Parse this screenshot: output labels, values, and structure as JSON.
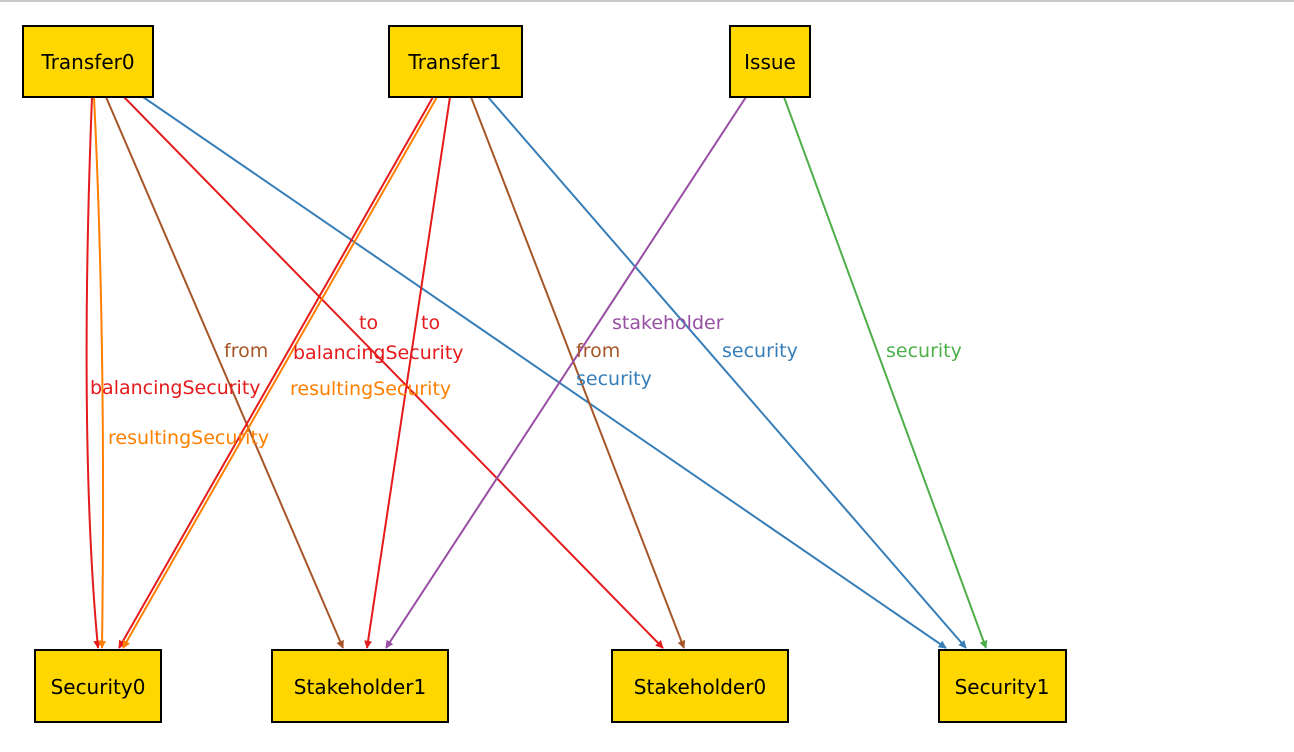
{
  "colors": {
    "node_fill": "#ffd700",
    "node_stroke": "#000000",
    "balancingSecurity": "#e41a1c",
    "to": "#e41a1c",
    "resultingSecurity": "#ff7f00",
    "from": "#a65628",
    "security": "#377eb8",
    "stakeholder": "#984ea3",
    "issue_security": "#4daf4a"
  },
  "nodes": {
    "transfer0": "Transfer0",
    "transfer1": "Transfer1",
    "issue": "Issue",
    "security0": "Security0",
    "stakeholder1": "Stakeholder1",
    "stakeholder0": "Stakeholder0",
    "security1": "Security1"
  },
  "edges": {
    "t0_balancing": {
      "label": "balancingSecurity",
      "from": "Transfer0",
      "to": "Security0"
    },
    "t0_resulting": {
      "label": "resultingSecurity",
      "from": "Transfer0",
      "to": "Security0"
    },
    "t0_from": {
      "label": "from",
      "from": "Transfer0",
      "to": "Stakeholder1"
    },
    "t0_to": {
      "label": "to",
      "from": "Transfer0",
      "to": "Stakeholder0"
    },
    "t0_security": {
      "label": "security",
      "from": "Transfer0",
      "to": "Security1"
    },
    "t1_balancing": {
      "label": "balancingSecurity",
      "from": "Transfer1",
      "to": "Security0"
    },
    "t1_resulting": {
      "label": "resultingSecurity",
      "from": "Transfer1",
      "to": "Security0"
    },
    "t1_to": {
      "label": "to",
      "from": "Transfer1",
      "to": "Stakeholder1"
    },
    "t1_from": {
      "label": "from",
      "from": "Transfer1",
      "to": "Stakeholder0"
    },
    "t1_security": {
      "label": "security",
      "from": "Transfer1",
      "to": "Security1"
    },
    "issue_stakeholder": {
      "label": "stakeholder",
      "from": "Issue",
      "to": "Stakeholder1"
    },
    "issue_security": {
      "label": "security",
      "from": "Issue",
      "to": "Security1"
    }
  }
}
